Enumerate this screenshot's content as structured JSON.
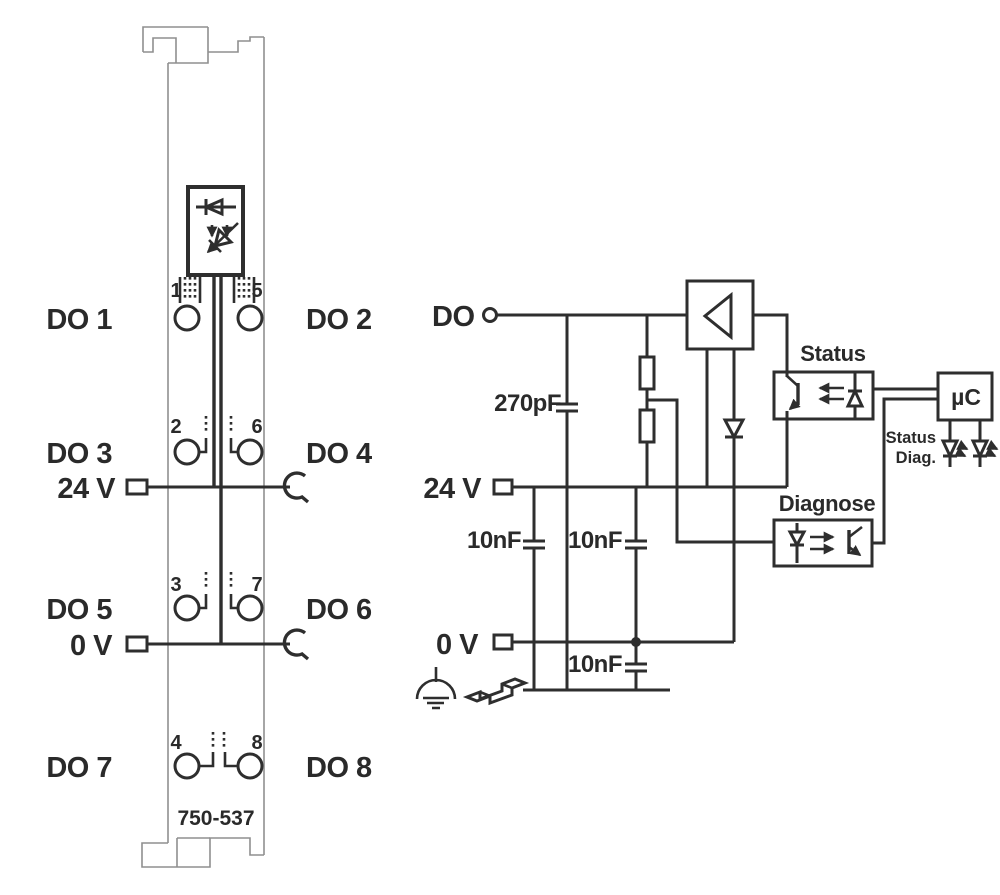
{
  "colors": {
    "line": "#2e2e2e",
    "outline": "#8f8f8f",
    "background": "#ffffff",
    "text": "#2a2a2a"
  },
  "module": {
    "part_number": "750-537",
    "channel_labels_left": [
      "DO 1",
      "DO 3",
      "DO 5",
      "DO 7"
    ],
    "channel_labels_right": [
      "DO 2",
      "DO 4",
      "DO 6",
      "DO 8"
    ],
    "supply_label": "24 V",
    "ground_label": "0 V",
    "terminal_numbers_left": [
      "1",
      "2",
      "3",
      "4"
    ],
    "terminal_numbers_right": [
      "5",
      "6",
      "7",
      "8"
    ]
  },
  "schematic": {
    "input_label": "DO",
    "supply_label": "24 V",
    "ground_label": "0 V",
    "input_capacitor": "270pF",
    "supply_capacitor_1": "10nF",
    "supply_capacitor_2": "10nF",
    "ground_capacitor": "10nF",
    "status_optocoupler_label": "Status",
    "diagnose_optocoupler_label": "Diagnose",
    "microcontroller_label": "µC",
    "led_status_label": "Status",
    "led_diag_label": "Diag."
  }
}
